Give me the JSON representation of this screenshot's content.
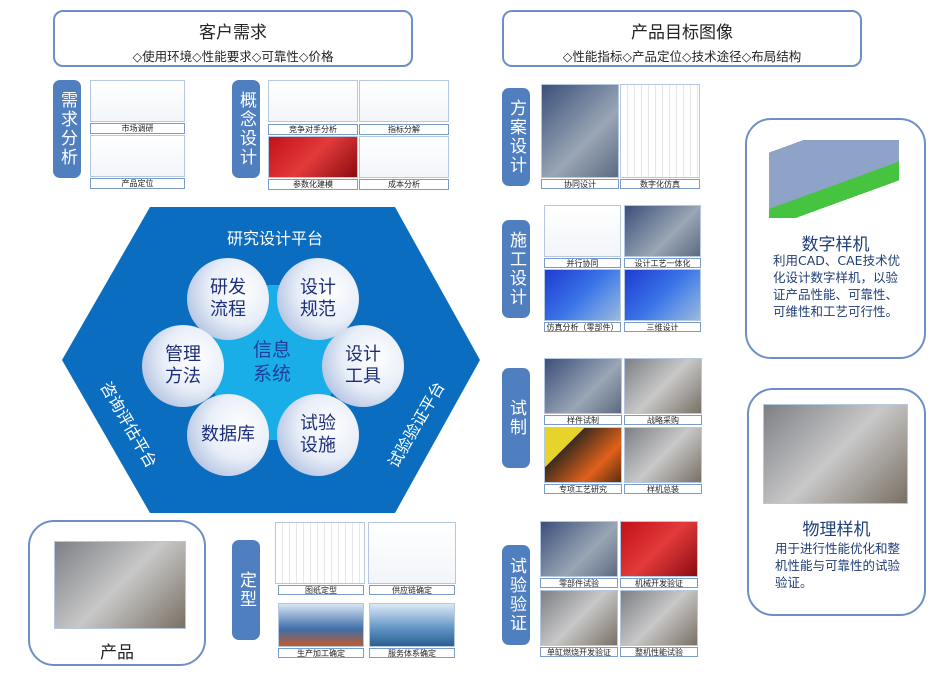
{
  "customer_needs": {
    "title": "客户需求",
    "subtitle": "◇使用环境◇性能要求◇可靠性◇价格"
  },
  "product_target": {
    "title": "产品目标图像",
    "subtitle": "◇性能指标◇产品定位◇技术途径◇布局结构"
  },
  "stages": {
    "demand_analysis": {
      "label": "需求分析",
      "captions": [
        "市场调研",
        "产品定位"
      ]
    },
    "concept_design": {
      "label": "概念设计",
      "captions": [
        "竞争对手分析",
        "指标分解",
        "参数化建模",
        "成本分析"
      ]
    },
    "scheme_design": {
      "label": "方案设计",
      "captions": [
        "协同设计",
        "数字化仿真"
      ]
    },
    "construction_design": {
      "label": "施工设计",
      "captions": [
        "并行协同",
        "设计工艺一体化",
        "仿真分析（零部件）",
        "三维设计"
      ]
    },
    "trial_production": {
      "label": "试制",
      "captions": [
        "样件试制",
        "战略采购",
        "专项工艺研究",
        "样机总装"
      ]
    },
    "test_verification": {
      "label": "试验验证",
      "captions": [
        "零部件试验",
        "机械开发验证",
        "单缸燃烧开发验证",
        "整机性能试验"
      ]
    },
    "finalization": {
      "label": "定型",
      "captions": [
        "图纸定型",
        "供应链确定",
        "生产加工确定",
        "服务体系确定"
      ]
    }
  },
  "hexagon": {
    "top": "研究设计平台",
    "left": "咨询评估平台",
    "right": "试验验证平台",
    "center": "信息系统",
    "circles": [
      "研发流程",
      "设计规范",
      "管理方法",
      "设计工具",
      "数据库",
      "试验设施"
    ]
  },
  "product": {
    "label": "产品"
  },
  "digital_prototype": {
    "title": "数字样机",
    "desc": "利用CAD、CAE技术优化设计数字样机，以验证产品性能、可靠性、可维性和工艺可行性。"
  },
  "physical_prototype": {
    "title": "物理样机",
    "desc": "用于进行性能优化和整机性能与可靠性的试验验证。"
  },
  "colors": {
    "hexagon": "#0a6dbf",
    "inner": "#1aaee8",
    "label": "#4f7fbf",
    "border": "#6d8fc7"
  }
}
